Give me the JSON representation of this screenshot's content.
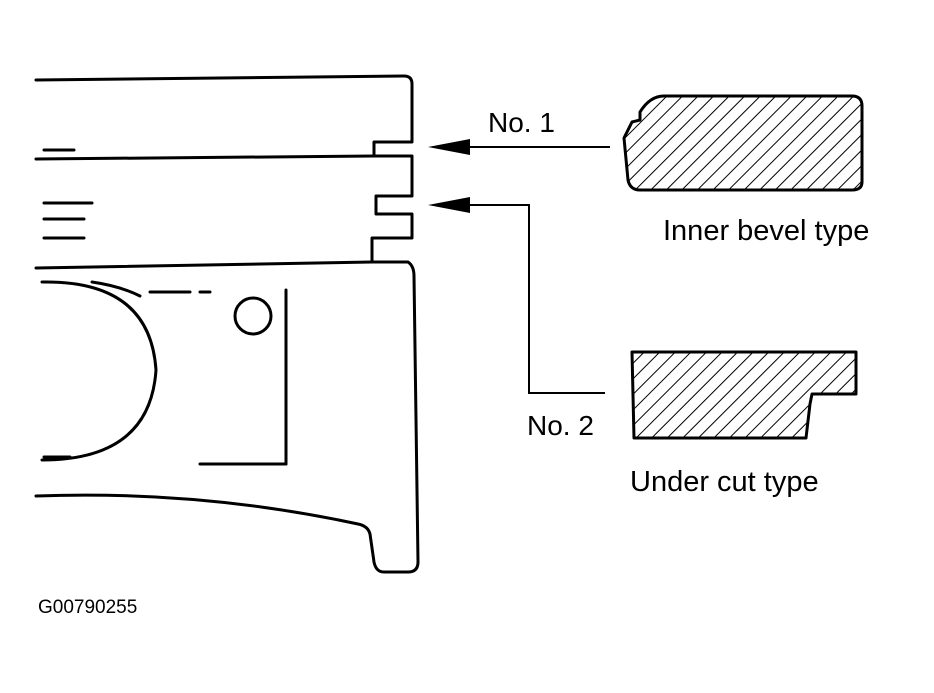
{
  "labels": {
    "ring_no1": "No. 1",
    "ring_no2": "No. 2",
    "inner_bevel_type": "Inner bevel type",
    "under_cut_type": "Under cut type",
    "figure_code": "G00790255"
  },
  "colors": {
    "line": "#000000",
    "background": "#ffffff"
  }
}
